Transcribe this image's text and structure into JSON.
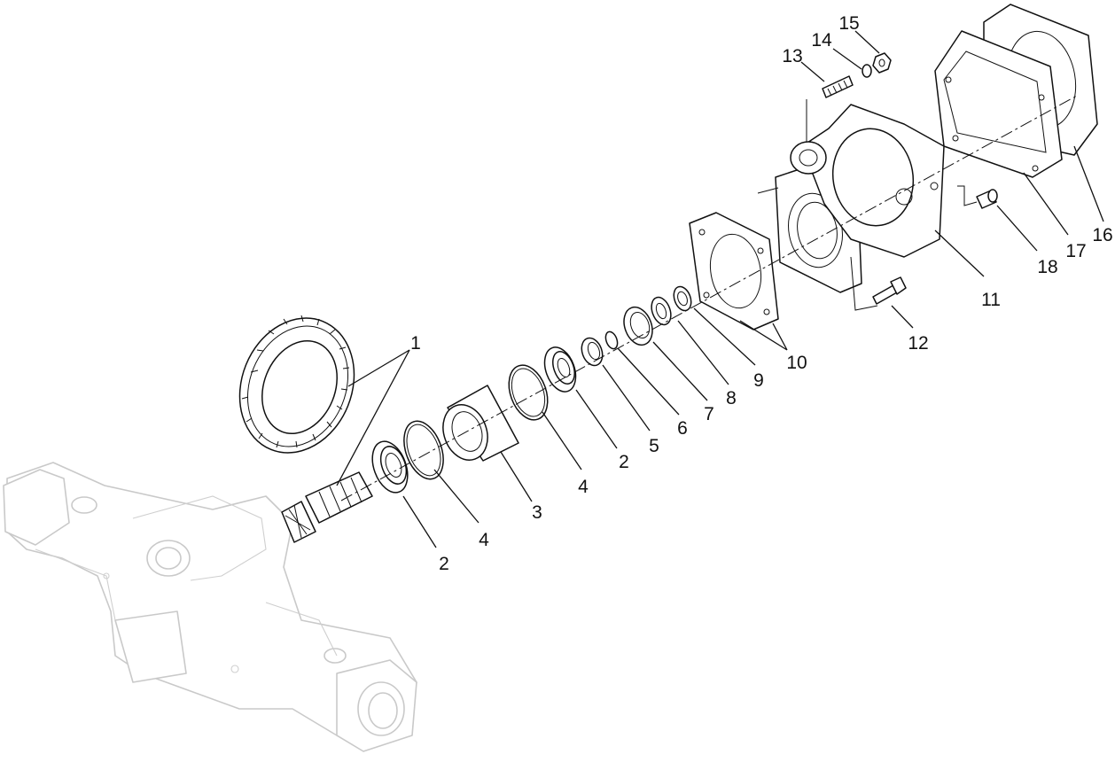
{
  "callouts": [
    {
      "id": "c1",
      "text": "1"
    },
    {
      "id": "c2a",
      "text": "2"
    },
    {
      "id": "c2b",
      "text": "2"
    },
    {
      "id": "c3",
      "text": "3"
    },
    {
      "id": "c4a",
      "text": "4"
    },
    {
      "id": "c4b",
      "text": "4"
    },
    {
      "id": "c5",
      "text": "5"
    },
    {
      "id": "c6",
      "text": "6"
    },
    {
      "id": "c7",
      "text": "7"
    },
    {
      "id": "c8",
      "text": "8"
    },
    {
      "id": "c9",
      "text": "9"
    },
    {
      "id": "c10",
      "text": "10"
    },
    {
      "id": "c11",
      "text": "11"
    },
    {
      "id": "c12",
      "text": "12"
    },
    {
      "id": "c13",
      "text": "13"
    },
    {
      "id": "c14",
      "text": "14"
    },
    {
      "id": "c15",
      "text": "15"
    },
    {
      "id": "c16",
      "text": "16"
    },
    {
      "id": "c17",
      "text": "17"
    },
    {
      "id": "c18",
      "text": "18"
    }
  ]
}
